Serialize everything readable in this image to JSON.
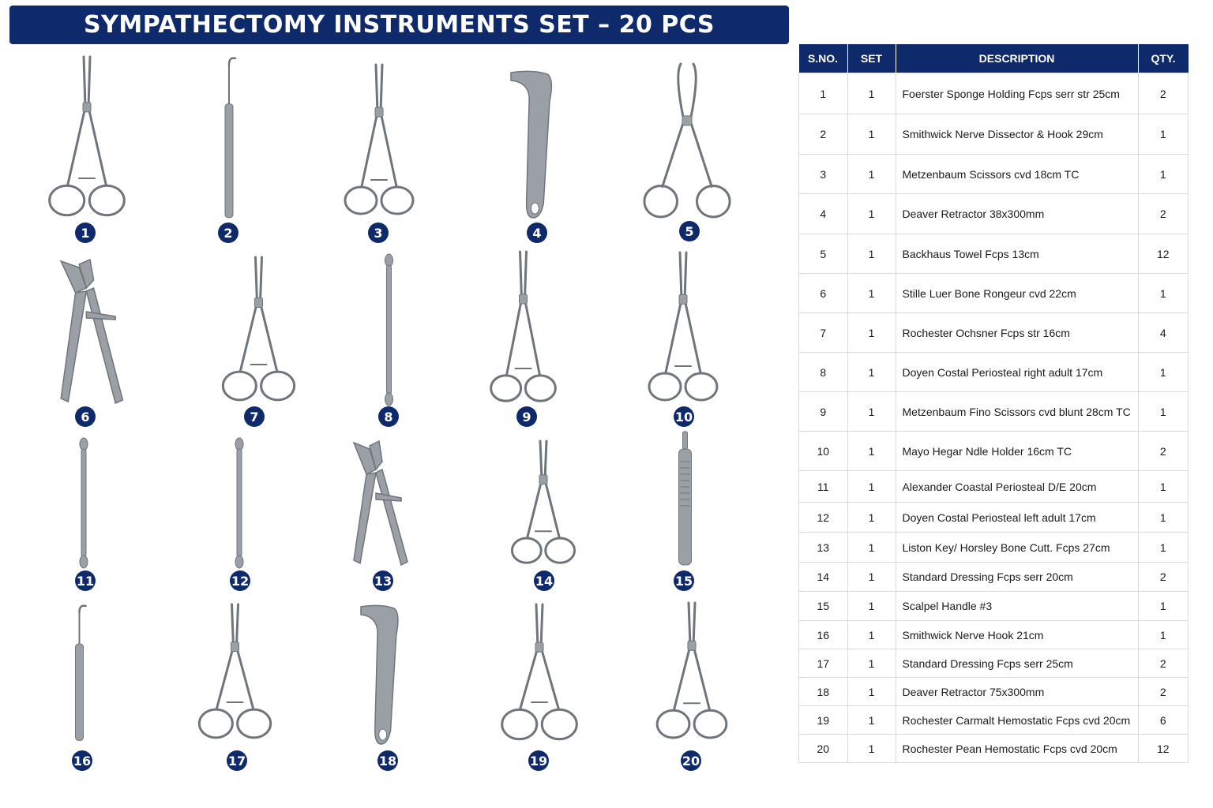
{
  "title": "SYMPATHECTOMY INSTRUMENTS SET – 20 PCS",
  "colors": {
    "navy": "#0f2a6b",
    "steel": "#9aa0a6"
  },
  "table": {
    "headers": [
      "S.NO.",
      "SET",
      "DESCRIPTION",
      "QTY."
    ],
    "rows": [
      {
        "no": "1",
        "set": "1",
        "desc": "Foerster Sponge Holding Fcps serr str 25cm",
        "qty": "2"
      },
      {
        "no": "2",
        "set": "1",
        "desc": "Smithwick Nerve Dissector & Hook 29cm",
        "qty": "1"
      },
      {
        "no": "3",
        "set": "1",
        "desc": "Metzenbaum Scissors cvd 18cm TC",
        "qty": "1"
      },
      {
        "no": "4",
        "set": "1",
        "desc": "Deaver Retractor 38x300mm",
        "qty": "2"
      },
      {
        "no": "5",
        "set": "1",
        "desc": "Backhaus Towel Fcps 13cm",
        "qty": "12"
      },
      {
        "no": "6",
        "set": "1",
        "desc": "Stille Luer Bone Rongeur cvd 22cm",
        "qty": "1"
      },
      {
        "no": "7",
        "set": "1",
        "desc": "Rochester Ochsner Fcps str 16cm",
        "qty": "4"
      },
      {
        "no": "8",
        "set": "1",
        "desc": "Doyen Costal Periosteal right adult 17cm",
        "qty": "1"
      },
      {
        "no": "9",
        "set": "1",
        "desc": "Metzenbaum Fino Scissors cvd blunt 28cm TC",
        "qty": "1"
      },
      {
        "no": "10",
        "set": "1",
        "desc": "Mayo Hegar Ndle Holder 16cm TC",
        "qty": "2"
      },
      {
        "no": "11",
        "set": "1",
        "desc": "Alexander Coastal Periosteal D/E 20cm",
        "qty": "1"
      },
      {
        "no": "12",
        "set": "1",
        "desc": "Doyen Costal Periosteal left adult 17cm",
        "qty": "1"
      },
      {
        "no": "13",
        "set": "1",
        "desc": "Liston Key/ Horsley Bone Cutt. Fcps 27cm",
        "qty": "1"
      },
      {
        "no": "14",
        "set": "1",
        "desc": "Standard Dressing Fcps serr 20cm",
        "qty": "2"
      },
      {
        "no": "15",
        "set": "1",
        "desc": "Scalpel Handle #3",
        "qty": "1"
      },
      {
        "no": "16",
        "set": "1",
        "desc": "Smithwick Nerve Hook 21cm",
        "qty": "1"
      },
      {
        "no": "17",
        "set": "1",
        "desc": "Standard Dressing Fcps serr 25cm",
        "qty": "2"
      },
      {
        "no": "18",
        "set": "1",
        "desc": "Deaver Retractor 75x300mm",
        "qty": "2"
      },
      {
        "no": "19",
        "set": "1",
        "desc": "Rochester Carmalt Hemostatic Fcps cvd 20cm",
        "qty": "6"
      },
      {
        "no": "20",
        "set": "1",
        "desc": "Rochester Pean Hemostatic Fcps cvd 20cm",
        "qty": "12"
      }
    ]
  },
  "instruments": [
    {
      "badge": "1",
      "icon": "forceps-icon"
    },
    {
      "badge": "2",
      "icon": "nerve-hook-icon"
    },
    {
      "badge": "3",
      "icon": "scissors-icon"
    },
    {
      "badge": "4",
      "icon": "retractor-icon"
    },
    {
      "badge": "5",
      "icon": "towel-clamp-icon"
    },
    {
      "badge": "6",
      "icon": "rongeur-icon"
    },
    {
      "badge": "7",
      "icon": "forceps-icon"
    },
    {
      "badge": "8",
      "icon": "periosteal-elevator-icon"
    },
    {
      "badge": "9",
      "icon": "scissors-icon"
    },
    {
      "badge": "10",
      "icon": "needle-holder-icon"
    },
    {
      "badge": "11",
      "icon": "periosteal-elevator-icon"
    },
    {
      "badge": "12",
      "icon": "periosteal-elevator-icon"
    },
    {
      "badge": "13",
      "icon": "bone-cutter-icon"
    },
    {
      "badge": "14",
      "icon": "forceps-icon"
    },
    {
      "badge": "15",
      "icon": "scalpel-handle-icon"
    },
    {
      "badge": "16",
      "icon": "nerve-hook-icon"
    },
    {
      "badge": "17",
      "icon": "forceps-icon"
    },
    {
      "badge": "18",
      "icon": "retractor-icon"
    },
    {
      "badge": "19",
      "icon": "forceps-icon"
    },
    {
      "badge": "20",
      "icon": "forceps-icon"
    }
  ]
}
